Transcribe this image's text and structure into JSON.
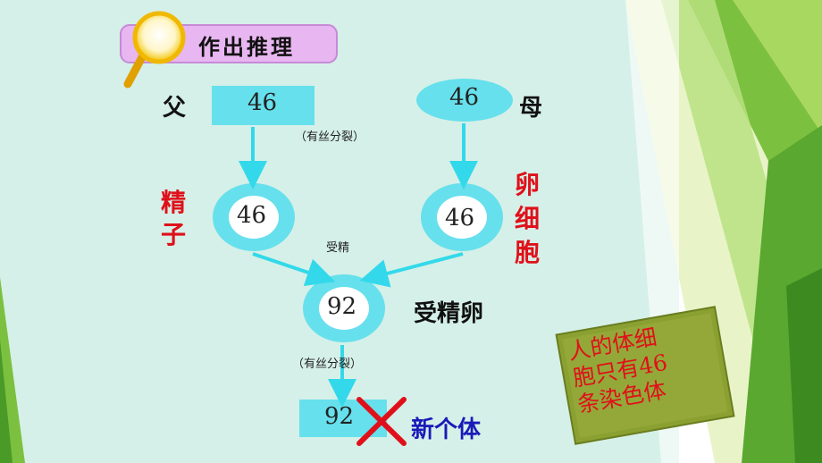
{
  "title": "作出推理",
  "father": {
    "label": "父",
    "value": "46"
  },
  "mother": {
    "label": "母",
    "value": "46"
  },
  "division_note_top": "（有丝分裂）",
  "sperm": {
    "label_line1": "精",
    "label_line2": "子",
    "value": "46"
  },
  "egg": {
    "label_line1": "卵",
    "label_line2": "细",
    "label_line3": "胞",
    "value": "46"
  },
  "fertilization_label": "受精",
  "zygote": {
    "label": "受精卵",
    "value": "92"
  },
  "division_note_bottom": "（有丝分裂）",
  "new_individual": {
    "label": "新个体",
    "value": "92"
  },
  "note": {
    "line1": "人的体细",
    "line2": "胞只有46",
    "line3": "条染色体"
  },
  "colors": {
    "background": "#d5f0e8",
    "shape_fill": "#66e0ec",
    "arrow": "#33d9ea",
    "wrong_mark": "#e0101a",
    "note_bg": "#8aa030"
  }
}
